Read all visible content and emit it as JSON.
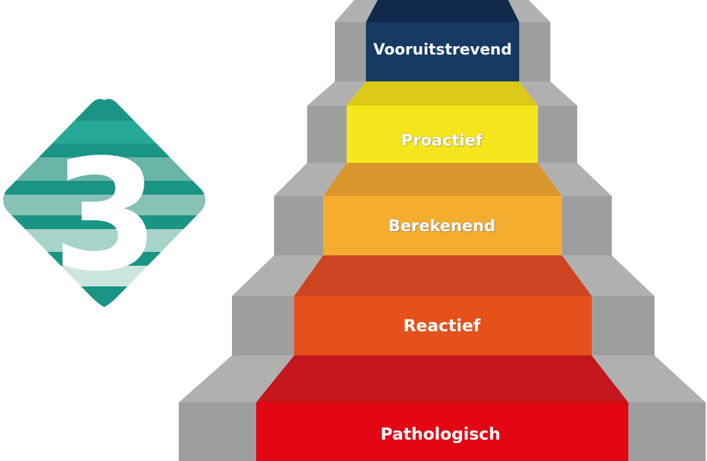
{
  "badge": {
    "number": "3",
    "stripe_colors": [
      "#1a9484",
      "#26a898",
      "#1a9484",
      "#6ab5a8",
      "#1a9484",
      "#87c2b5",
      "#1a9484",
      "#a6d4c8",
      "#1a9484",
      "#cce6dc",
      "#1a9484"
    ]
  },
  "stairs": {
    "gray_riser": "#9e9e9e",
    "gray_tread": "#b0b0b0",
    "steps": [
      {
        "label": "Vooruitstrevend",
        "riser_color": "#163a63",
        "tread_color": "#11294a"
      },
      {
        "label": "Proactief",
        "riser_color": "#f5e61c",
        "tread_color": "#dcc816"
      },
      {
        "label": "Berekenend",
        "riser_color": "#f5ad2f",
        "tread_color": "#d9962c"
      },
      {
        "label": "Reactief",
        "riser_color": "#e5501b",
        "tread_color": "#cd4420"
      },
      {
        "label": "Pathologisch",
        "riser_color": "#e30613",
        "tread_color": "#c4161d"
      }
    ]
  }
}
